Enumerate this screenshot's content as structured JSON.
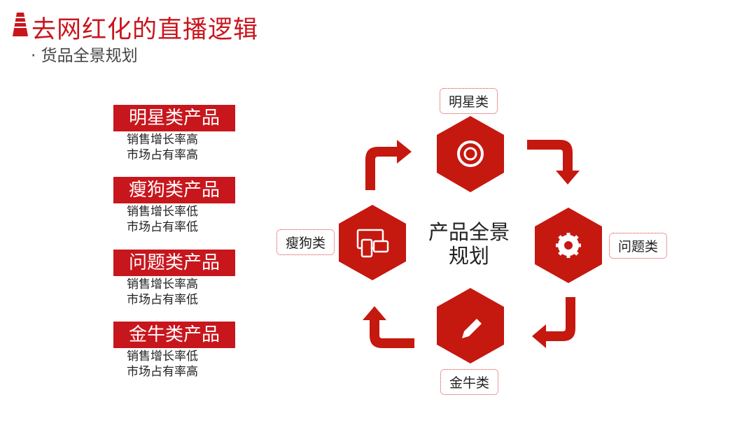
{
  "header": {
    "title": "去网红化的直播逻辑",
    "subtitle": "· 货品全景规划"
  },
  "categories": [
    {
      "label": "明星类产品",
      "lines": [
        "销售增长率高",
        "市场占有率高"
      ]
    },
    {
      "label": "瘦狗类产品",
      "lines": [
        "销售增长率低",
        "市场占有率低"
      ]
    },
    {
      "label": "问题类产品",
      "lines": [
        "销售增长率高",
        "市场占有率低"
      ]
    },
    {
      "label": "金牛类产品",
      "lines": [
        "销售增长率低",
        "市场占有率高"
      ]
    }
  ],
  "cycle": {
    "center": [
      "产品全景",
      "规划"
    ],
    "nodes": {
      "top": "明星类",
      "right": "问题类",
      "bottom": "金牛类",
      "left": "瘦狗类"
    }
  },
  "colors": {
    "accent": "#c8161d"
  }
}
